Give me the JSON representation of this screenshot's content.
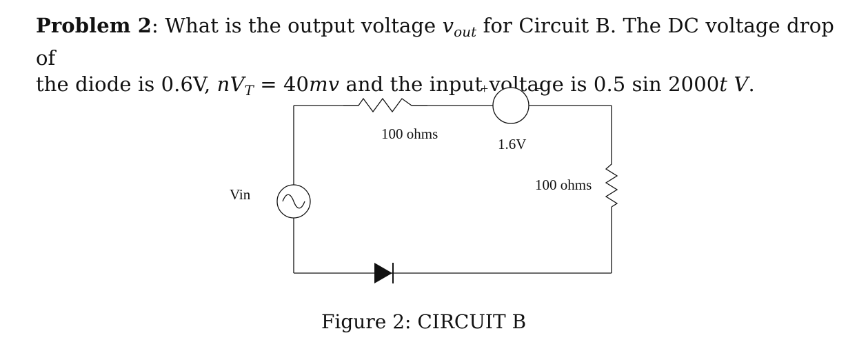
{
  "problem": {
    "label": "Problem 2",
    "line1_a": ": What is the output voltage ",
    "vout_var": "v",
    "vout_sub": "out",
    "line1_b": " for Circuit B. The DC voltage drop of",
    "line2_a": "the diode is 0.6V, ",
    "nvt_n": "nV",
    "nvt_sub": "T",
    "line2_b": " = 40",
    "mv_unit": "mv",
    "line2_c": " and the input voltage is 0.5 sin 2000",
    "t_var": "t",
    "v_unit": "V",
    "line2_d": "."
  },
  "circuit": {
    "resistor_top_label": "100 ohms",
    "dc_source_label": "1.6V",
    "dc_plus": "+",
    "dc_minus": "−",
    "resistor_right_label": "100 ohms",
    "source_label": "Vin"
  },
  "figure": {
    "caption": "Figure 2: CIRCUIT B"
  }
}
